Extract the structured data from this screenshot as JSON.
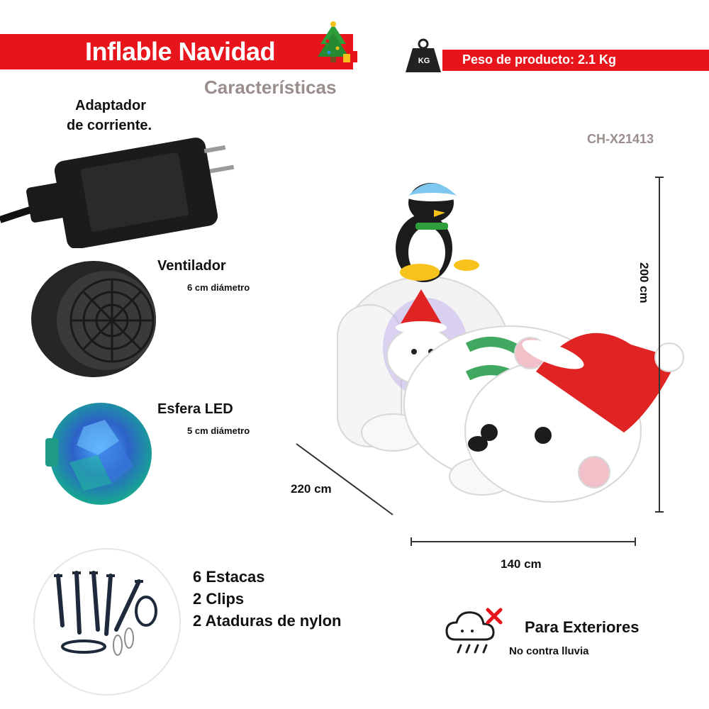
{
  "header": {
    "title": "Inflable Navidad",
    "subtitle": "Características"
  },
  "weight": {
    "badge": "KG",
    "text": "Peso de producto: 2.1 Kg"
  },
  "product_code": "CH-X21413",
  "features": {
    "adapter": {
      "line1": "Adaptador",
      "line2": "de corriente."
    },
    "fan": {
      "label": "Ventilador",
      "detail": "6 cm diámetro"
    },
    "led": {
      "label": "Esfera LED",
      "detail": "5 cm diámetro"
    }
  },
  "dimensions": {
    "height": "200 cm",
    "depth": "220 cm",
    "width": "140 cm"
  },
  "accessories": [
    "6 Estacas",
    "2 Clips",
    "2 Ataduras de nylon"
  ],
  "outdoor": {
    "title": "Para Exteriores",
    "note": "No contra lluvia"
  },
  "colors": {
    "accent_red": "#e8141b",
    "muted_gray": "#9a8e8c"
  }
}
